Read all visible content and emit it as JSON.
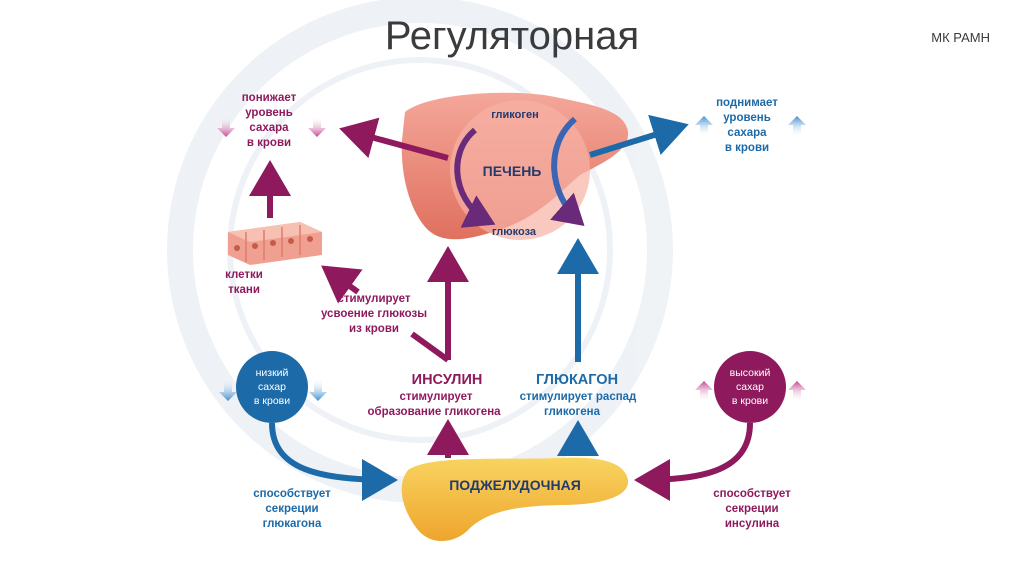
{
  "title": "Регуляторная",
  "corner_label": "МК РАМН",
  "liver": {
    "label": "ПЕЧЕНЬ",
    "glycogen": "гликоген",
    "glucose": "глюкоза"
  },
  "pancreas": {
    "label": "ПОДЖЕЛУДОЧНАЯ"
  },
  "lowers_sugar": [
    "понижает",
    "уровень",
    "сахара",
    "в крови"
  ],
  "raises_sugar": [
    "поднимает",
    "уровень",
    "сахара",
    "в крови"
  ],
  "tissue_cells": [
    "клетки",
    "ткани"
  ],
  "stimulates_uptake": [
    "стимулирует",
    "усвоение глюкозы",
    "из крови"
  ],
  "insulin": {
    "name": "ИНСУЛИН",
    "effect": [
      "стимулирует",
      "образование гликогена"
    ]
  },
  "glucagon": {
    "name": "ГЛЮКАГОН",
    "effect": [
      "стимулирует распад",
      "гликогена"
    ]
  },
  "low_sugar": [
    "низкий",
    "сахар",
    "в крови"
  ],
  "high_sugar": [
    "высокий",
    "сахар",
    "в крови"
  ],
  "promotes_glucagon": [
    "способствует",
    "секреции",
    "глюкагона"
  ],
  "promotes_insulin": [
    "способствует",
    "секреции",
    "инсулина"
  ],
  "colors": {
    "insulin": "#8e1a5d",
    "glucagon": "#1c6aa8",
    "liver": "#ef8d80",
    "pancreas": "#f4c448"
  }
}
